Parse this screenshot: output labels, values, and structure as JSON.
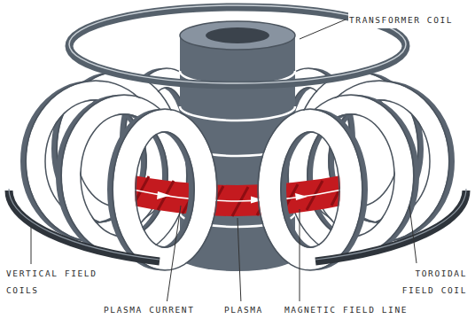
{
  "diagram": {
    "labels": [
      "TRANSFORMER COIL",
      "VERTICAL FIELD COILS",
      "TOROIDAL FIELD COIL",
      "PLASMA CURRENT",
      "PLASMA",
      "MAGNETIC FIELD LINE"
    ]
  }
}
